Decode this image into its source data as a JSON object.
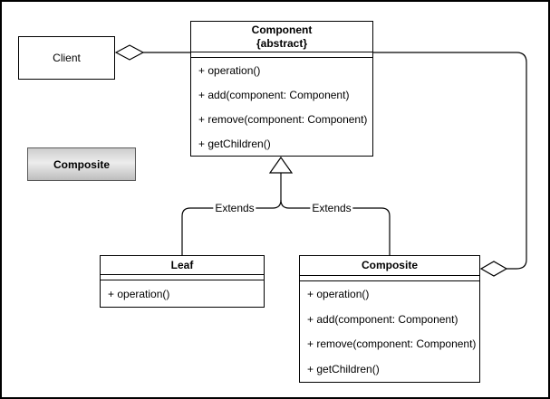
{
  "canvas": {
    "background_color": "#ffffff",
    "line_color": "#000000",
    "frame_border_color": "#000000"
  },
  "nodes": {
    "client": {
      "title": "Client"
    },
    "component": {
      "title": "Component",
      "stereotype": "{abstract}",
      "methods": [
        "+ operation()",
        "+ add(component: Component)",
        "+ remove(component: Component)",
        "+ getChildren()"
      ]
    },
    "composite_label": {
      "title": "Composite",
      "gradient_top": "#cdcdcd",
      "gradient_mid": "#ededed",
      "gradient_bottom": "#bdbdbd",
      "border_color": "#5a5a5a"
    },
    "leaf": {
      "title": "Leaf",
      "methods": [
        "+ operation()"
      ]
    },
    "composite": {
      "title": "Composite",
      "methods": [
        "+ operation()",
        "+ add(component: Component)",
        "+ remove(component: Component)",
        "+ getChildren()"
      ]
    }
  },
  "edges": {
    "client_aggregates_component": {
      "type": "aggregation"
    },
    "composite_aggregates_component": {
      "type": "aggregation"
    },
    "leaf_extends": {
      "label": "Extends"
    },
    "composite_extends": {
      "label": "Extends"
    }
  }
}
